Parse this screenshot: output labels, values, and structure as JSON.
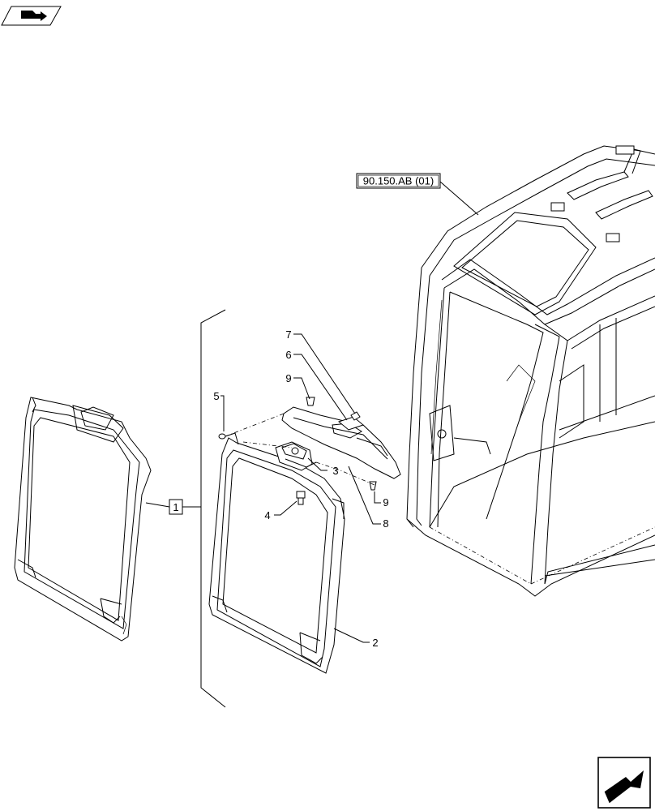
{
  "header": {
    "nav_icon": "book-arrow-icon"
  },
  "footer": {
    "nav_icon": "next-page-arrow-icon"
  },
  "reference": {
    "label": "90.150.AB (01)"
  },
  "group_label": "1",
  "callouts": [
    {
      "id": "c2",
      "label": "2"
    },
    {
      "id": "c3",
      "label": "3"
    },
    {
      "id": "c4",
      "label": "4"
    },
    {
      "id": "c5",
      "label": "5"
    },
    {
      "id": "c6",
      "label": "6"
    },
    {
      "id": "c7",
      "label": "7"
    },
    {
      "id": "c8",
      "label": "8"
    },
    {
      "id": "c9a",
      "label": "9"
    },
    {
      "id": "c9b",
      "label": "9"
    }
  ]
}
